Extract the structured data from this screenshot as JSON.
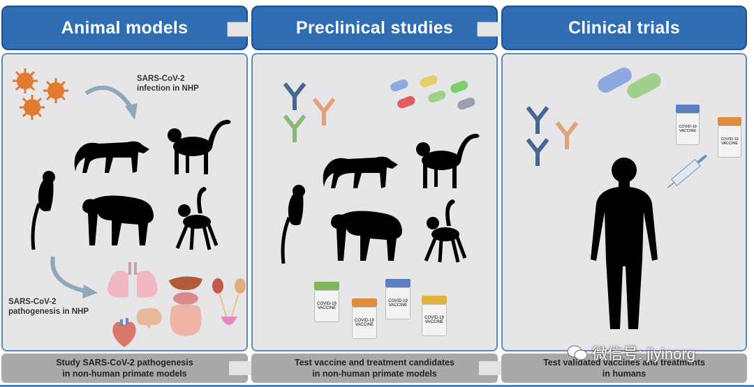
{
  "headers": {
    "col1": "Animal models",
    "col2": "Preclinical studies",
    "col3": "Clinical trials"
  },
  "panel1": {
    "label_infection": "SARS-CoV-2\ninfection in NHP",
    "label_pathogenesis": "SARS-CoV-2\npathogenesis in NHP"
  },
  "vial_label": "COVID-19\nVACCINE",
  "footers": {
    "col1": "Study SARS-CoV-2 pathogenesis\nin non-human primate models",
    "col2": "Test vaccine and treatment candidates\nin non-human primate models",
    "col3": "Test validated vaccines and treatments\nin humans"
  },
  "watermark": "微信号: jiyinorg",
  "colors": {
    "header_blue": "#2f6eb5",
    "panel_gray": "#e6e6e8",
    "footer_gray": "#a9a9a9",
    "virus_orange": "#e07a30",
    "antibody_blue": "#4a6690",
    "antibody_orange": "#e3a07a",
    "antibody_green": "#8ab87a"
  }
}
